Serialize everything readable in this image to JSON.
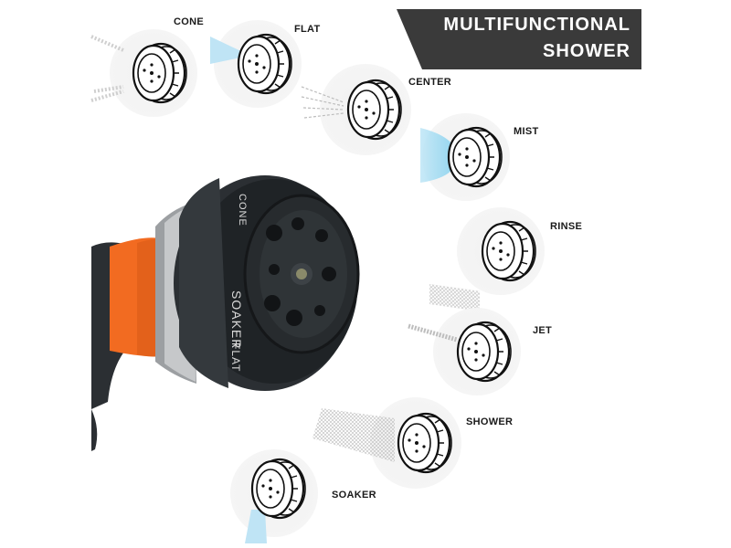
{
  "banner": {
    "line1": "MULTIFUNCTIONAL",
    "line2": "SHOWER",
    "bg_color": "#3a3a3a"
  },
  "spray_patterns": [
    {
      "label": "CONE"
    },
    {
      "label": "FLAT"
    },
    {
      "label": "CENTER"
    },
    {
      "label": "MIST"
    },
    {
      "label": "RINSE"
    },
    {
      "label": "JET"
    },
    {
      "label": "SHOWER"
    },
    {
      "label": "SOAKER"
    }
  ],
  "nozzle_dial": {
    "engraved_text": [
      "SOAKER",
      "FLAT",
      "CONE"
    ],
    "accent_color": "#f26b21",
    "body_color": "#2b2f33"
  }
}
